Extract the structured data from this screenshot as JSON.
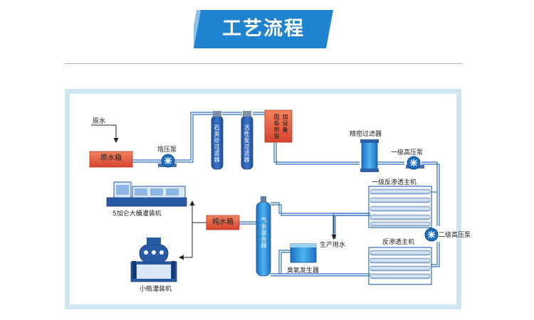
{
  "title": "工艺流程",
  "labels": {
    "raw_water": "原水",
    "raw_water_tank": "原水箱",
    "booster_pump": "增压泵",
    "quartz_filter": "石英砂过滤器",
    "carbon_filter": "活性炭过滤器",
    "antiscalant_1": "加设备",
    "antiscalant_2": "阻垢剂投",
    "precision_filter": "精密过滤器",
    "hp_pump_1": "一级高压泵",
    "ro_1": "一级反渗透主机",
    "ro_2": "反渗透主机",
    "hp_pump_2": "二级高压泵",
    "pure_water_tank": "纯水箱",
    "mixer": "气水混合器",
    "production_water": "生产用水",
    "ozone_generator": "臭氧发生器",
    "barrel_filler": "5加仑大桶灌装机",
    "bottle_filler": "小瓶灌装机"
  },
  "colors": {
    "title_blue": "#1f83cf",
    "pipe": "#2f6fbf",
    "tank_red": "#e0553a",
    "filter_blue": "#2f5aa8",
    "frame": "#cfe6f2"
  }
}
